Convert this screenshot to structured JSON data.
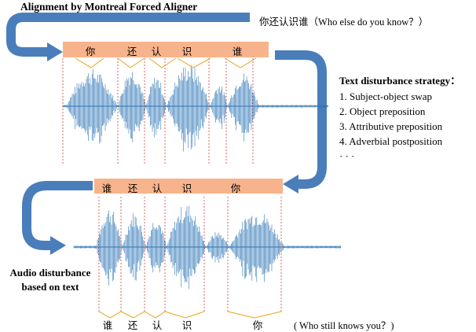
{
  "title": "Alignment by Montreal Forced Aligner",
  "original": {
    "chinese": "你还认识谁",
    "gloss": "（Who else do you know？）",
    "syllables": [
      "你",
      "还",
      "认",
      "识",
      "谁"
    ]
  },
  "strategy": {
    "heading": "Text disturbance strategy：",
    "items": [
      "1. Subject-object swap",
      "2. Object preposition",
      "3. Attributive preposition",
      "4. Adverbial postposition",
      "· · ·"
    ]
  },
  "disturbed": {
    "bar_syllables": [
      "谁",
      "还",
      "认",
      "识",
      "你"
    ],
    "bottom_syllables": [
      "谁",
      "还",
      "认",
      "识",
      "你"
    ],
    "gloss": "( Who still knows you？)"
  },
  "audio_label": {
    "line1": "Audio disturbance",
    "line2": "based on text"
  },
  "colors": {
    "arrow": "#4a7ebb",
    "bar": "#f7b48c",
    "waveform": "#2e75b6",
    "divider": "#d9534f",
    "bracket": "#e8a317"
  }
}
